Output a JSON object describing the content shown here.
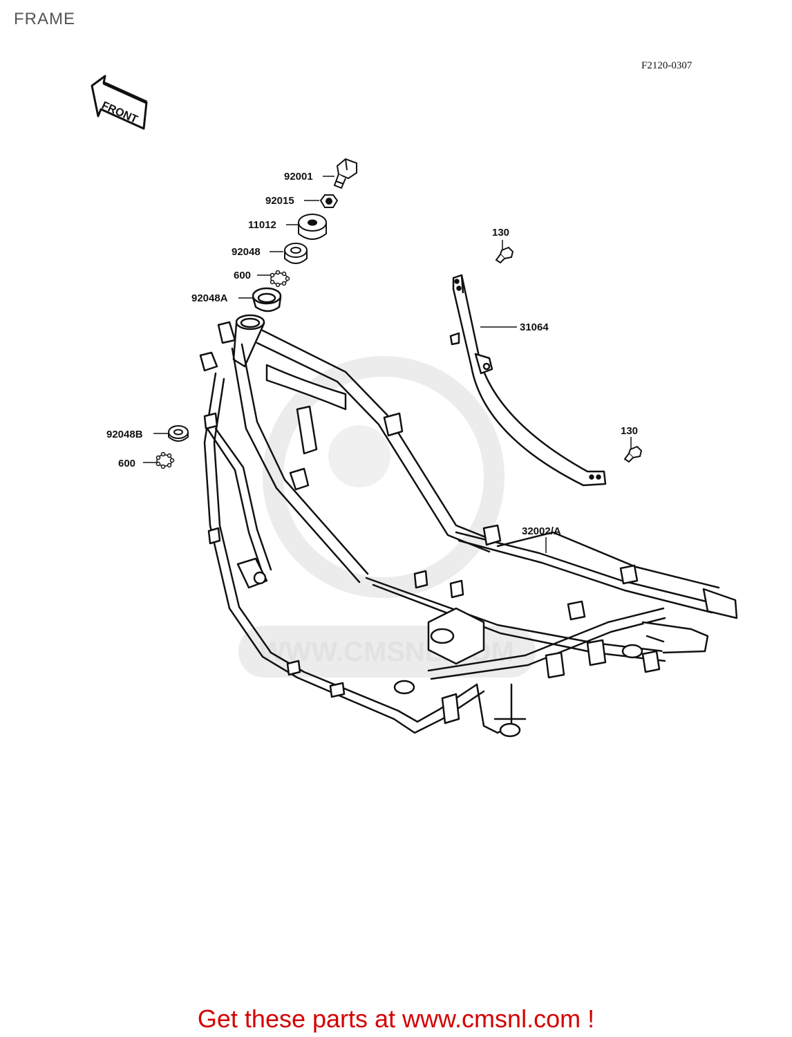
{
  "header": {
    "title": "FRAME",
    "diagram_ref": "F2120-0307"
  },
  "front_arrow": {
    "label": "FRONT",
    "icon": "front-direction-arrow-icon"
  },
  "callouts": {
    "c92001": "92001",
    "c92015": "92015",
    "c11012": "11012",
    "c92048": "92048",
    "c600a": "600",
    "c92048A": "92048A",
    "c92048B": "92048B",
    "c600b": "600",
    "c130a": "130",
    "c31064": "31064",
    "c130b": "130",
    "c32002A": "32002/A"
  },
  "watermark": {
    "text": "WWW.CMSNL.COM"
  },
  "footer": {
    "promo": "Get these parts at www.cmsnl.com !"
  },
  "colors": {
    "promo": "#d40000",
    "line": "#111111",
    "watermark": "#e2e2e2"
  }
}
